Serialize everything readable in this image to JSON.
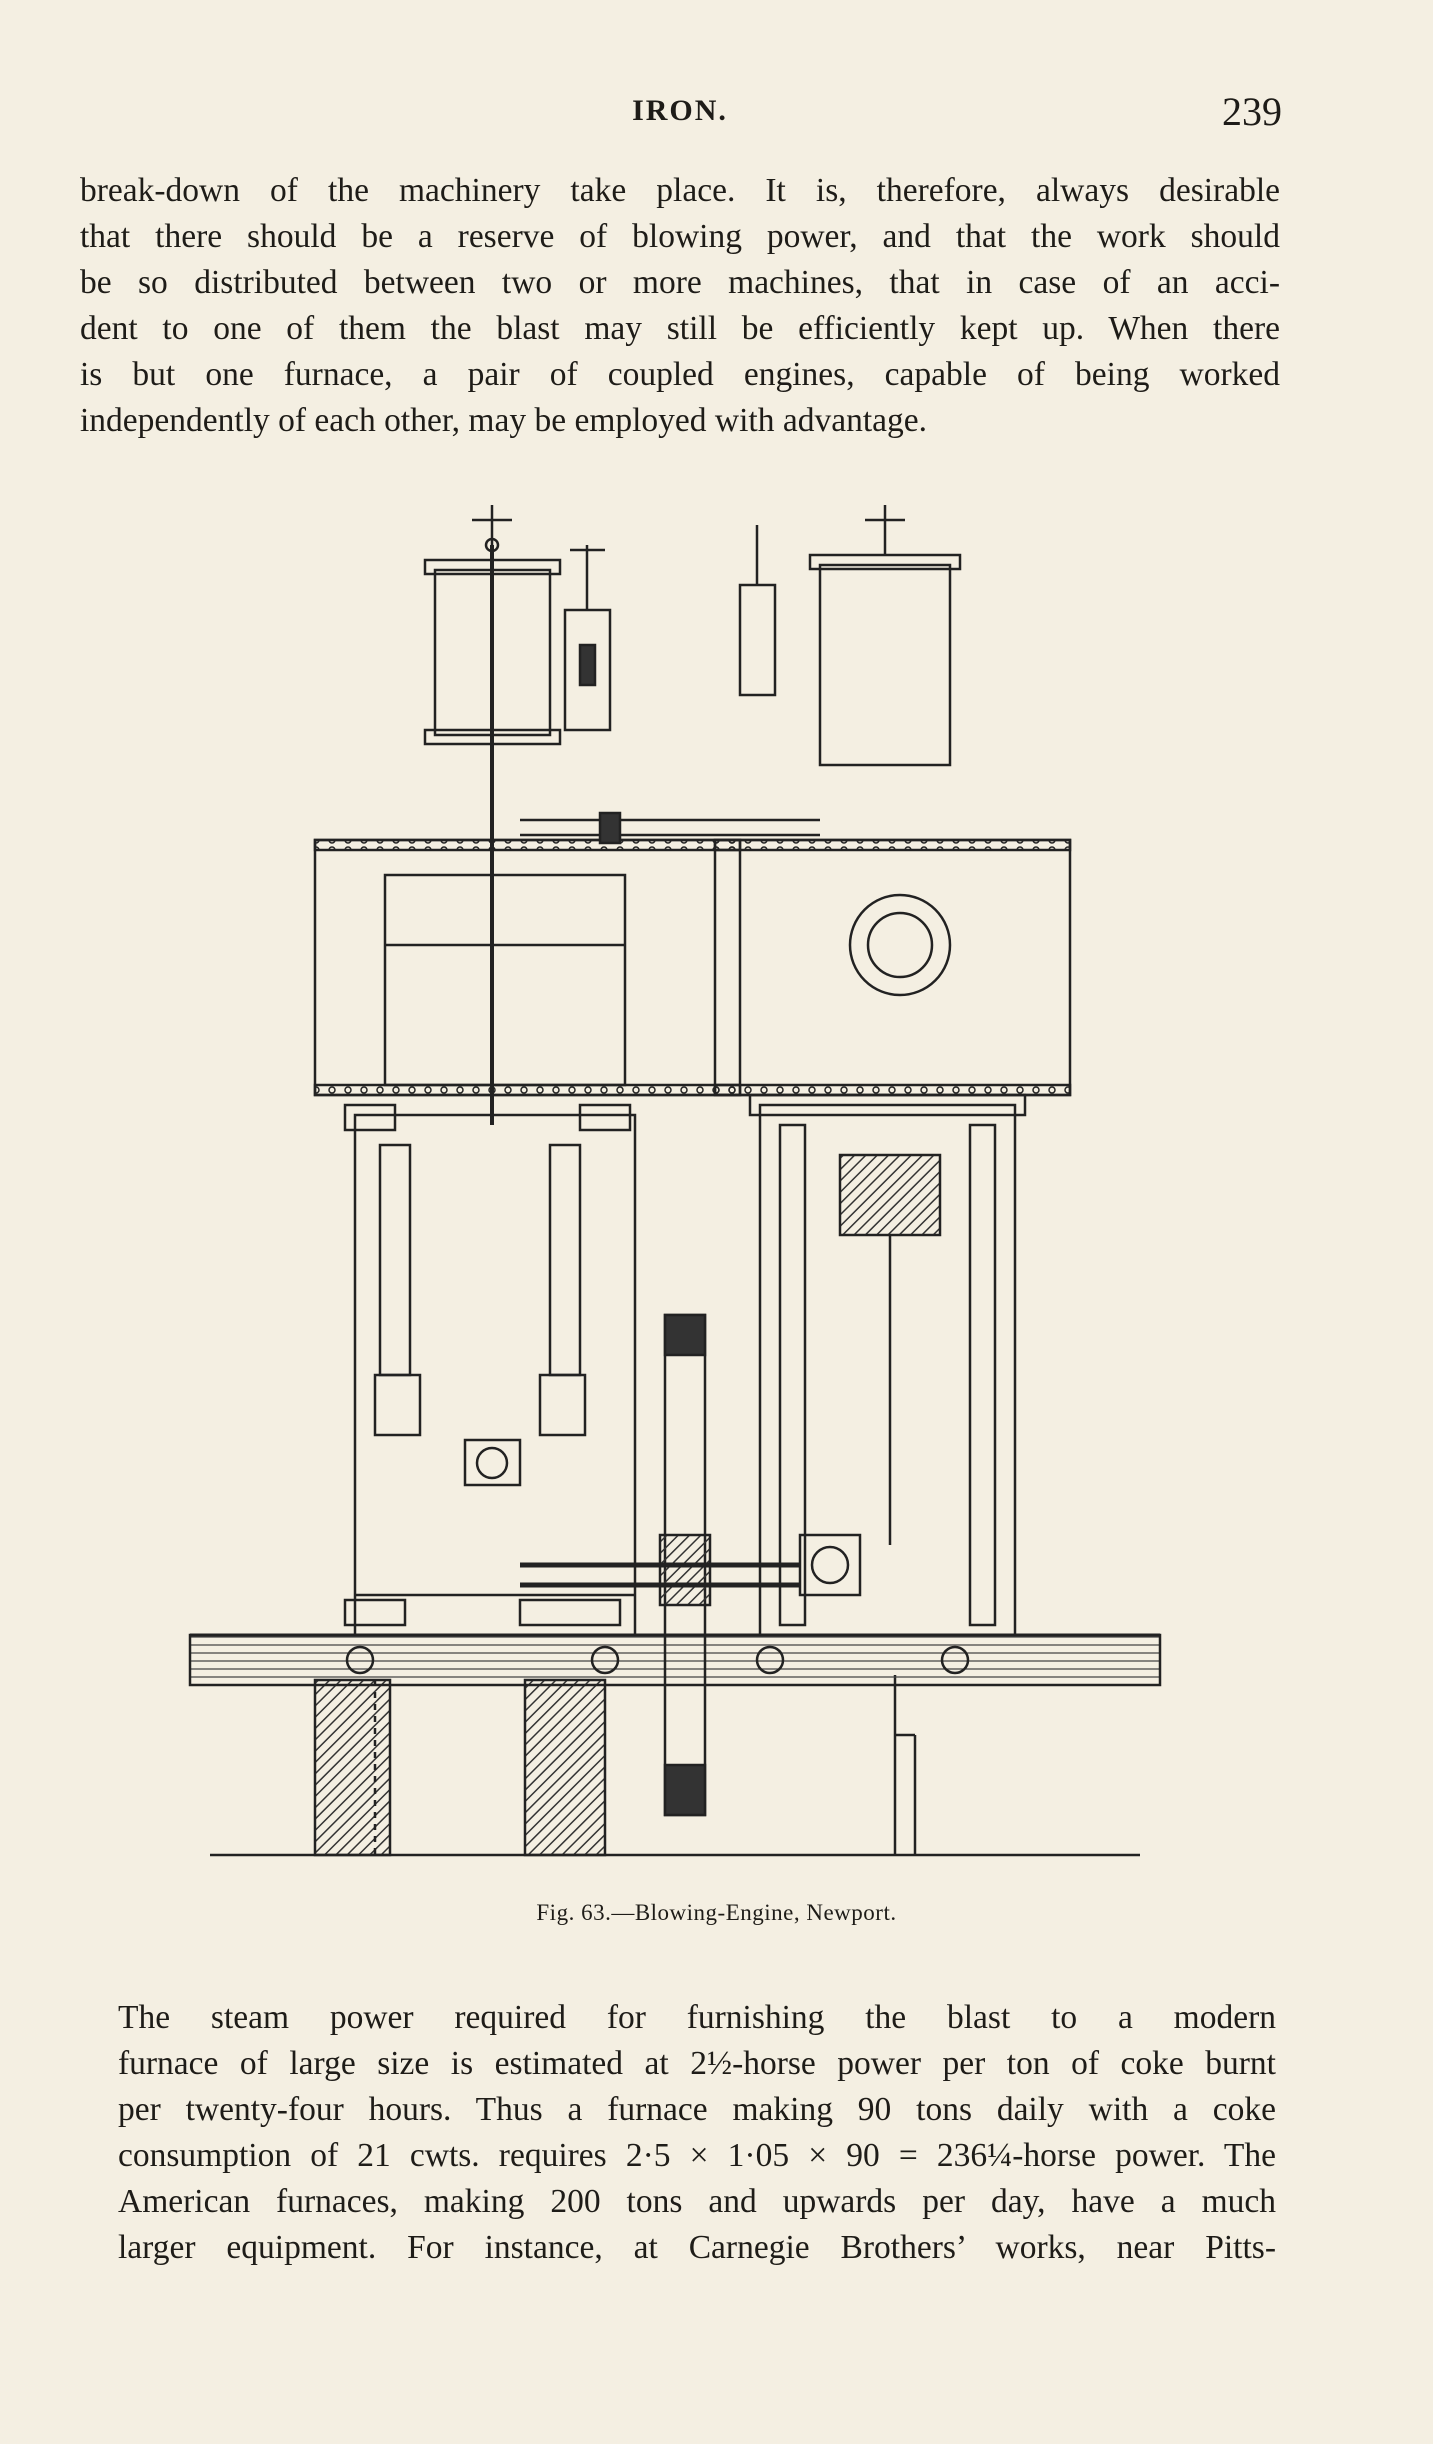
{
  "header": {
    "running_head": "IRON.",
    "page_number": "239"
  },
  "paragraph_1": {
    "lines": [
      "break-down of the machinery take place.  It is, therefore, always desirable",
      "that there should be a reserve of blowing power, and that the work should",
      "be so distributed between two or more machines, that in case of an acci-",
      "dent to one of them the blast may still be efficiently kept up.  When there",
      "is but one furnace, a pair of coupled engines, capable of being worked",
      "independently of each other, may be employed with advantage."
    ]
  },
  "figure": {
    "caption": "Fig. 63.—Blowing-Engine, Newport."
  },
  "paragraph_2": {
    "lines": [
      "The steam power required for furnishing the blast to a modern",
      "furnace of large size is estimated at 2½-horse power per ton of coke burnt",
      "per twenty-four hours.  Thus a furnace making 90 tons daily with a coke",
      "consumption of 21 cwts. requires 2·5 × 1·05 × 90 = 236¼-horse power.  The",
      "American furnaces, making 200 tons and upwards per day, have a much",
      "larger equipment.  For instance, at Carnegie Brothers’ works, near Pitts-"
    ]
  }
}
